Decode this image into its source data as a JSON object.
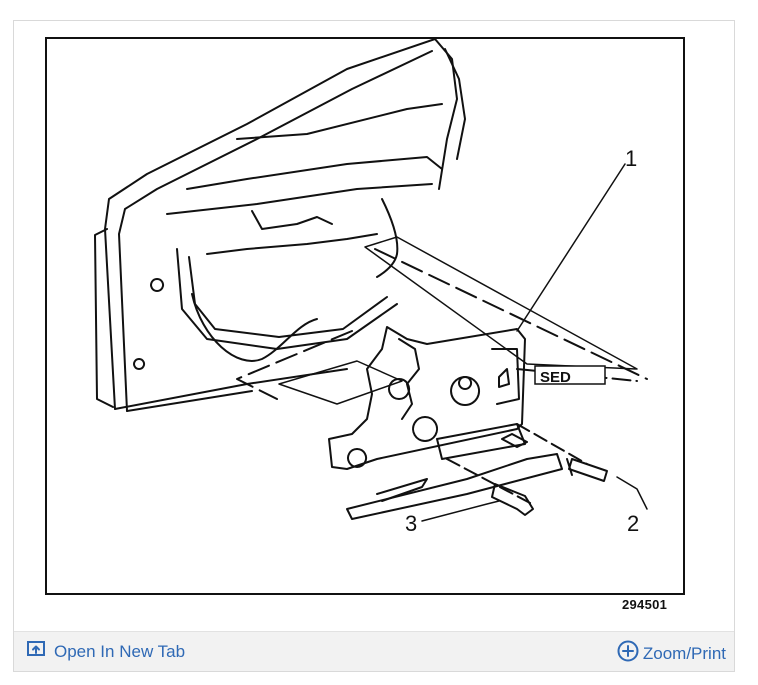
{
  "figure": {
    "figure_id": "294501",
    "callouts": [
      "1",
      "2",
      "3"
    ],
    "part_label": "SED"
  },
  "toolbar": {
    "open_label": "Open In New Tab",
    "zoom_label": "Zoom/Print",
    "link_color": "#2f69b5",
    "icon_open": "open-new-tab-icon",
    "icon_zoom": "zoom-plus-icon"
  }
}
